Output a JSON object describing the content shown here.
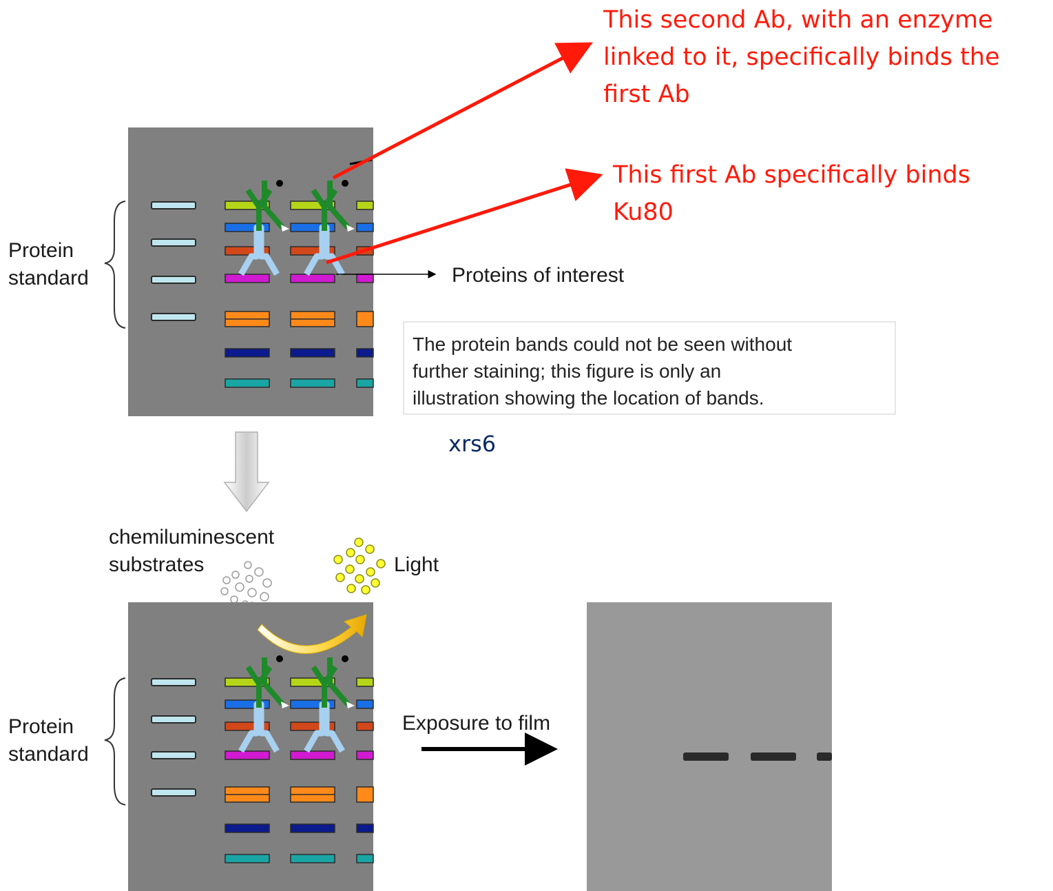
{
  "annotations": {
    "second_ab": [
      "This second Ab, with an enzyme",
      "linked to it, specifically binds the",
      "first Ab"
    ],
    "first_ab": [
      "This first Ab specifically binds",
      "Ku80"
    ]
  },
  "labels": {
    "protein_standard_top": [
      "Protein",
      "standard"
    ],
    "protein_standard_bottom": [
      "Protein",
      "standard"
    ],
    "proteins_of_interest": "Proteins of interest",
    "chemiluminescent": [
      "chemiluminescent",
      "substrates"
    ],
    "light": "Light",
    "exposure": "Exposure to film",
    "sample": "xrs6"
  },
  "note": [
    "The protein bands could not be seen without",
    "further staining; this figure is only an",
    "illustration showing the location of bands."
  ],
  "colors": {
    "annotation_red": "#ff1a0a",
    "gel_gray": "#808080",
    "film_gray": "#999999",
    "band_standard": "#bfe6ee",
    "band_lime": "#b5d618",
    "band_blue": "#1a6fe6",
    "band_rust": "#d2481a",
    "band_magenta": "#d21ad2",
    "band_orange": "#ff8a1a",
    "band_navy": "#0b1a8c",
    "band_teal": "#1aa5a5",
    "antibody_primary": "#a8d0f0",
    "antibody_secondary": "#1f8a2a",
    "substrate": "#ffffff",
    "light": "#ffff33"
  }
}
